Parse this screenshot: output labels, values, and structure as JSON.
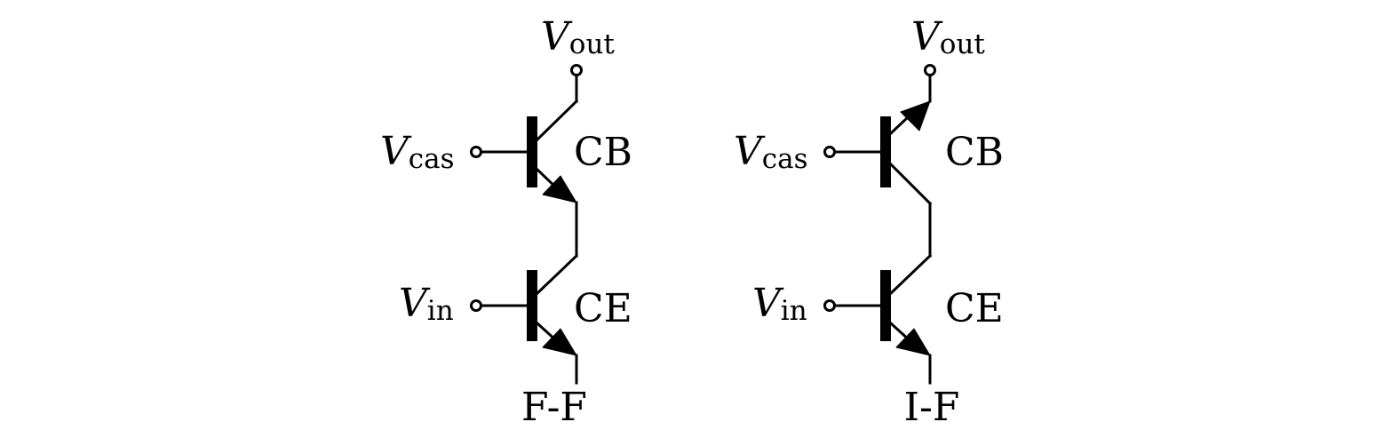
{
  "circuits": [
    {
      "id": "ff",
      "caption": "F-F",
      "top_transistor_label": "CB",
      "bottom_transistor_label": "CE",
      "output_label": {
        "main": "V",
        "sub": "out"
      },
      "cascode_label": {
        "main": "V",
        "sub": "cas"
      },
      "input_label": {
        "main": "V",
        "sub": "in"
      }
    },
    {
      "id": "if",
      "caption": "I-F",
      "top_transistor_label": "CB",
      "bottom_transistor_label": "CE",
      "output_label": {
        "main": "V",
        "sub": "out"
      },
      "cascode_label": {
        "main": "V",
        "sub": "cas"
      },
      "input_label": {
        "main": "V",
        "sub": "in"
      }
    }
  ]
}
